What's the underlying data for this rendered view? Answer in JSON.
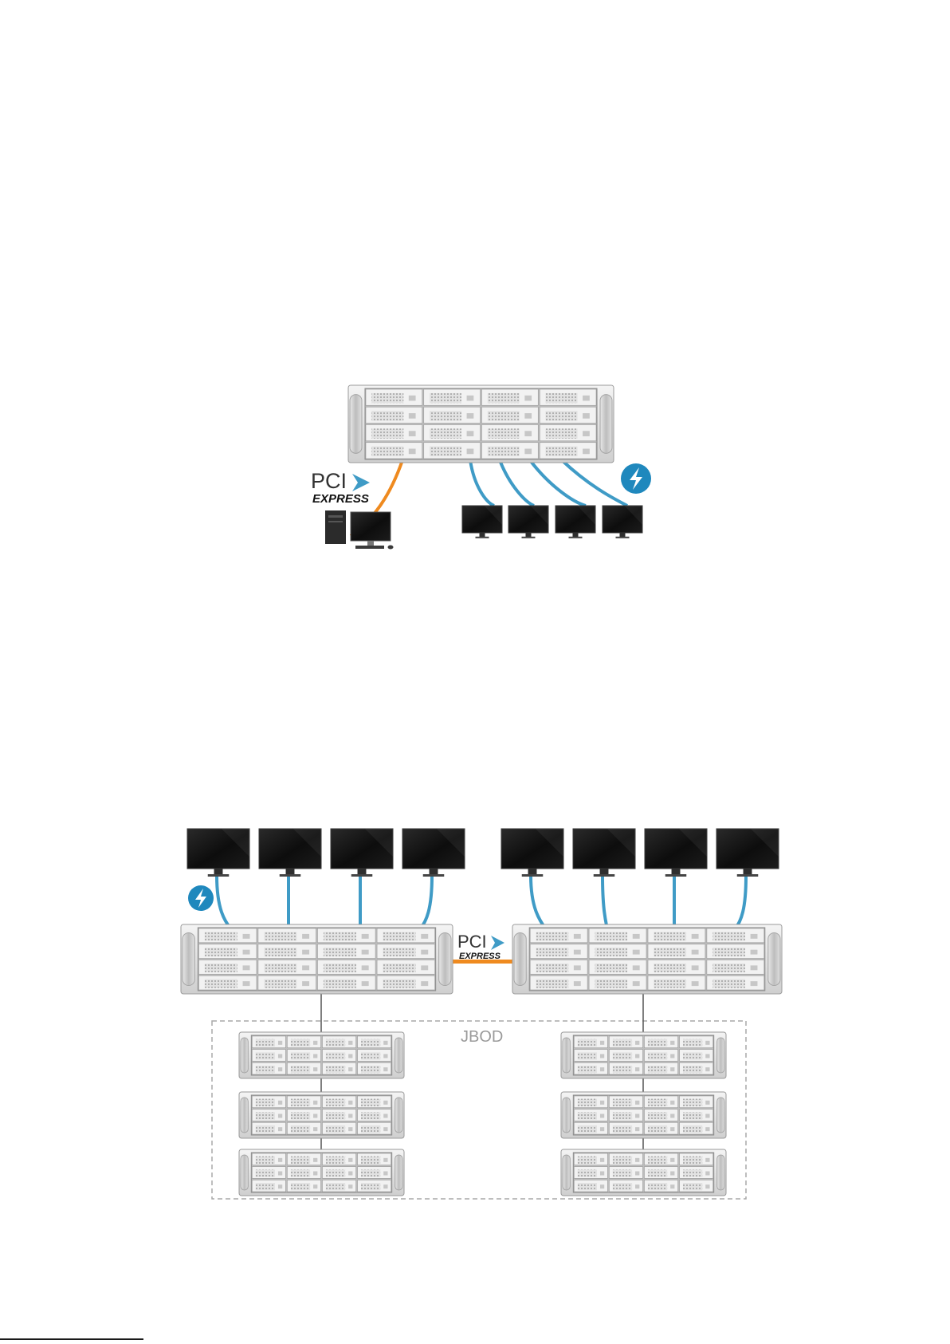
{
  "diagram_1": {
    "pcie_logo": {
      "line1": "PCI",
      "line2": "EXPRESS"
    },
    "colors": {
      "pcie_cable": "#ef8a1f",
      "thunderbolt_cable": "#3f9bc6"
    }
  },
  "diagram_2": {
    "jbod_label": "JBOD",
    "pcie_logo": {
      "line1": "PCI",
      "line2": "EXPRESS"
    },
    "colors": {
      "pcie_cable": "#ef8a1f",
      "thunderbolt_cable": "#3f9bc6",
      "jbod_border": "#a9a9a9",
      "link_line": "#555555"
    }
  },
  "icons": [
    "server-chassis-icon",
    "monitor-icon",
    "desktop-pc-icon",
    "thunderbolt-logo-icon",
    "pcie-logo"
  ]
}
